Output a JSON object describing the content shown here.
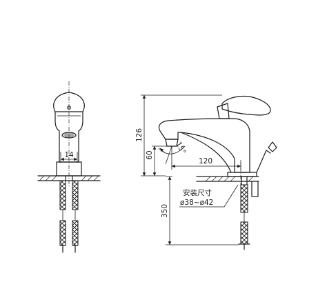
{
  "dimensions": {
    "front_width": "14",
    "total_height": "126",
    "spout_height": "60",
    "spout_angle": "15°",
    "spout_reach": "120",
    "hose_length": "350"
  },
  "install": {
    "label": "安装尺寸",
    "hole_range": "ø38~ø42"
  }
}
